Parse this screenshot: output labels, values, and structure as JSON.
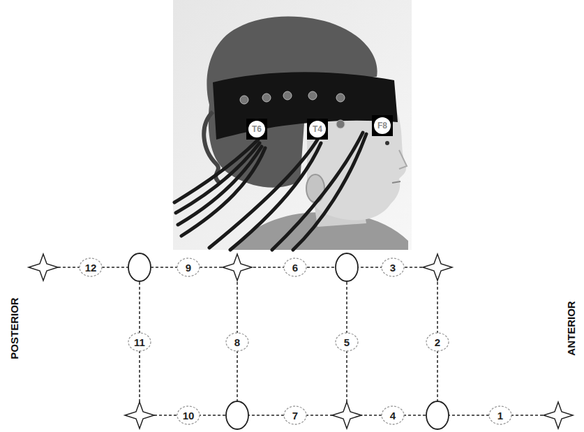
{
  "diagram": {
    "nodes": [
      {
        "text": [
          "12"
        ]
      },
      {
        "text": [
          "9"
        ]
      },
      {
        "text": [
          "6"
        ]
      },
      {
        "text": [
          "3"
        ]
      },
      {
        "text": [
          "11"
        ]
      },
      {
        "text": [
          "8"
        ]
      },
      {
        "text": [
          "5"
        ]
      },
      {
        "text": [
          "2"
        ]
      },
      {
        "text": [
          "10"
        ]
      },
      {
        "text": [
          "7"
        ]
      },
      {
        "text": [
          "4"
        ]
      },
      {
        "text": [
          "1"
        ]
      }
    ],
    "edges": [],
    "labels": [
      "T6",
      "T4",
      "F8",
      "POSTERIOR",
      "ANTERIOR"
    ]
  }
}
